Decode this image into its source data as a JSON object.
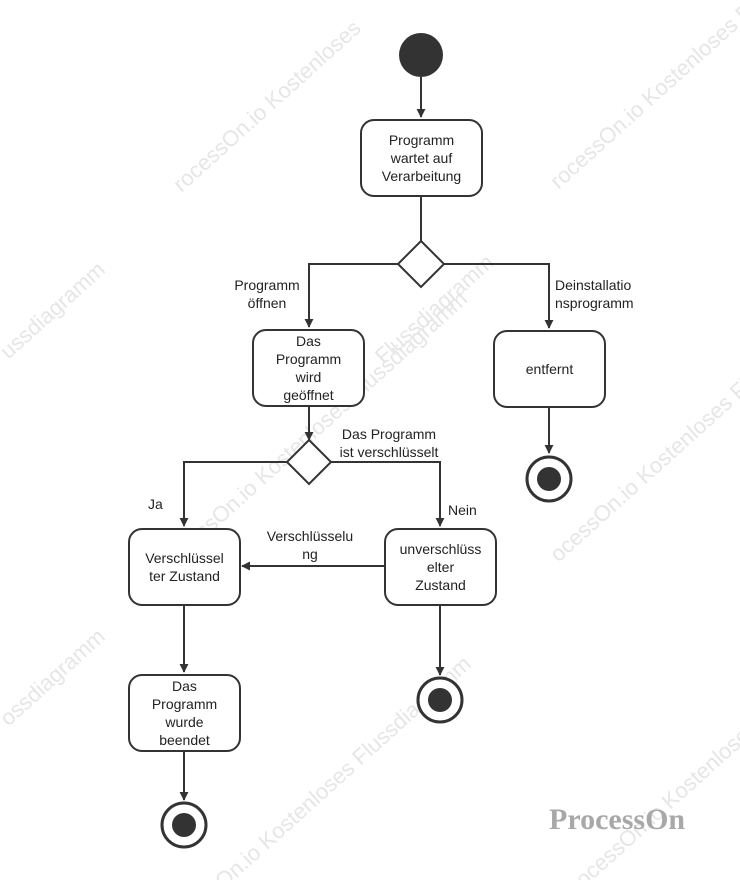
{
  "diagram": {
    "type": "uml-activity",
    "nodes": {
      "waiting": "Programm\nwartet auf\nVerarbeitung",
      "opened": "Das\nProgramm\nwird\ngeöffnet",
      "removed": "entfernt",
      "encrypted": "Verschlüssel\nter Zustand",
      "unencrypted": "unverschlüss\nelter\nZustand",
      "finished": "Das\nProgramm\nwurde\nbeendet"
    },
    "edge_labels": {
      "open_program": "Programm\nöffnen",
      "uninstaller": "Deinstallatio\nnsprogramm",
      "is_encrypted": "Das Programm\nist verschlüsselt",
      "yes": "Ja",
      "no": "Nein",
      "encryption": "Verschlüsselu\nng"
    }
  },
  "watermark": {
    "text_1": "rocessOn.io Kostenloses",
    "text_2": "ussdiagramm",
    "text_3": "Flussdiagramm",
    "text_4": "rocessOn.io Kostenloses Flu",
    "text_5": "ssOn.io Kostenloses Flussdiagramm",
    "text_6": "ocessOn.io Kostenloses Flussdiagr",
    "text_7": "ossdiagramm",
    "text_8": "On.io Kostenloses Flussdiagramm",
    "text_9": "rocessOn.io Kostenloses Flu",
    "brand": "ProcessOn"
  },
  "colors": {
    "line": "#333333",
    "node_border": "#333333",
    "watermark": "#e6e6e6",
    "brand": "#a8a8a8"
  }
}
